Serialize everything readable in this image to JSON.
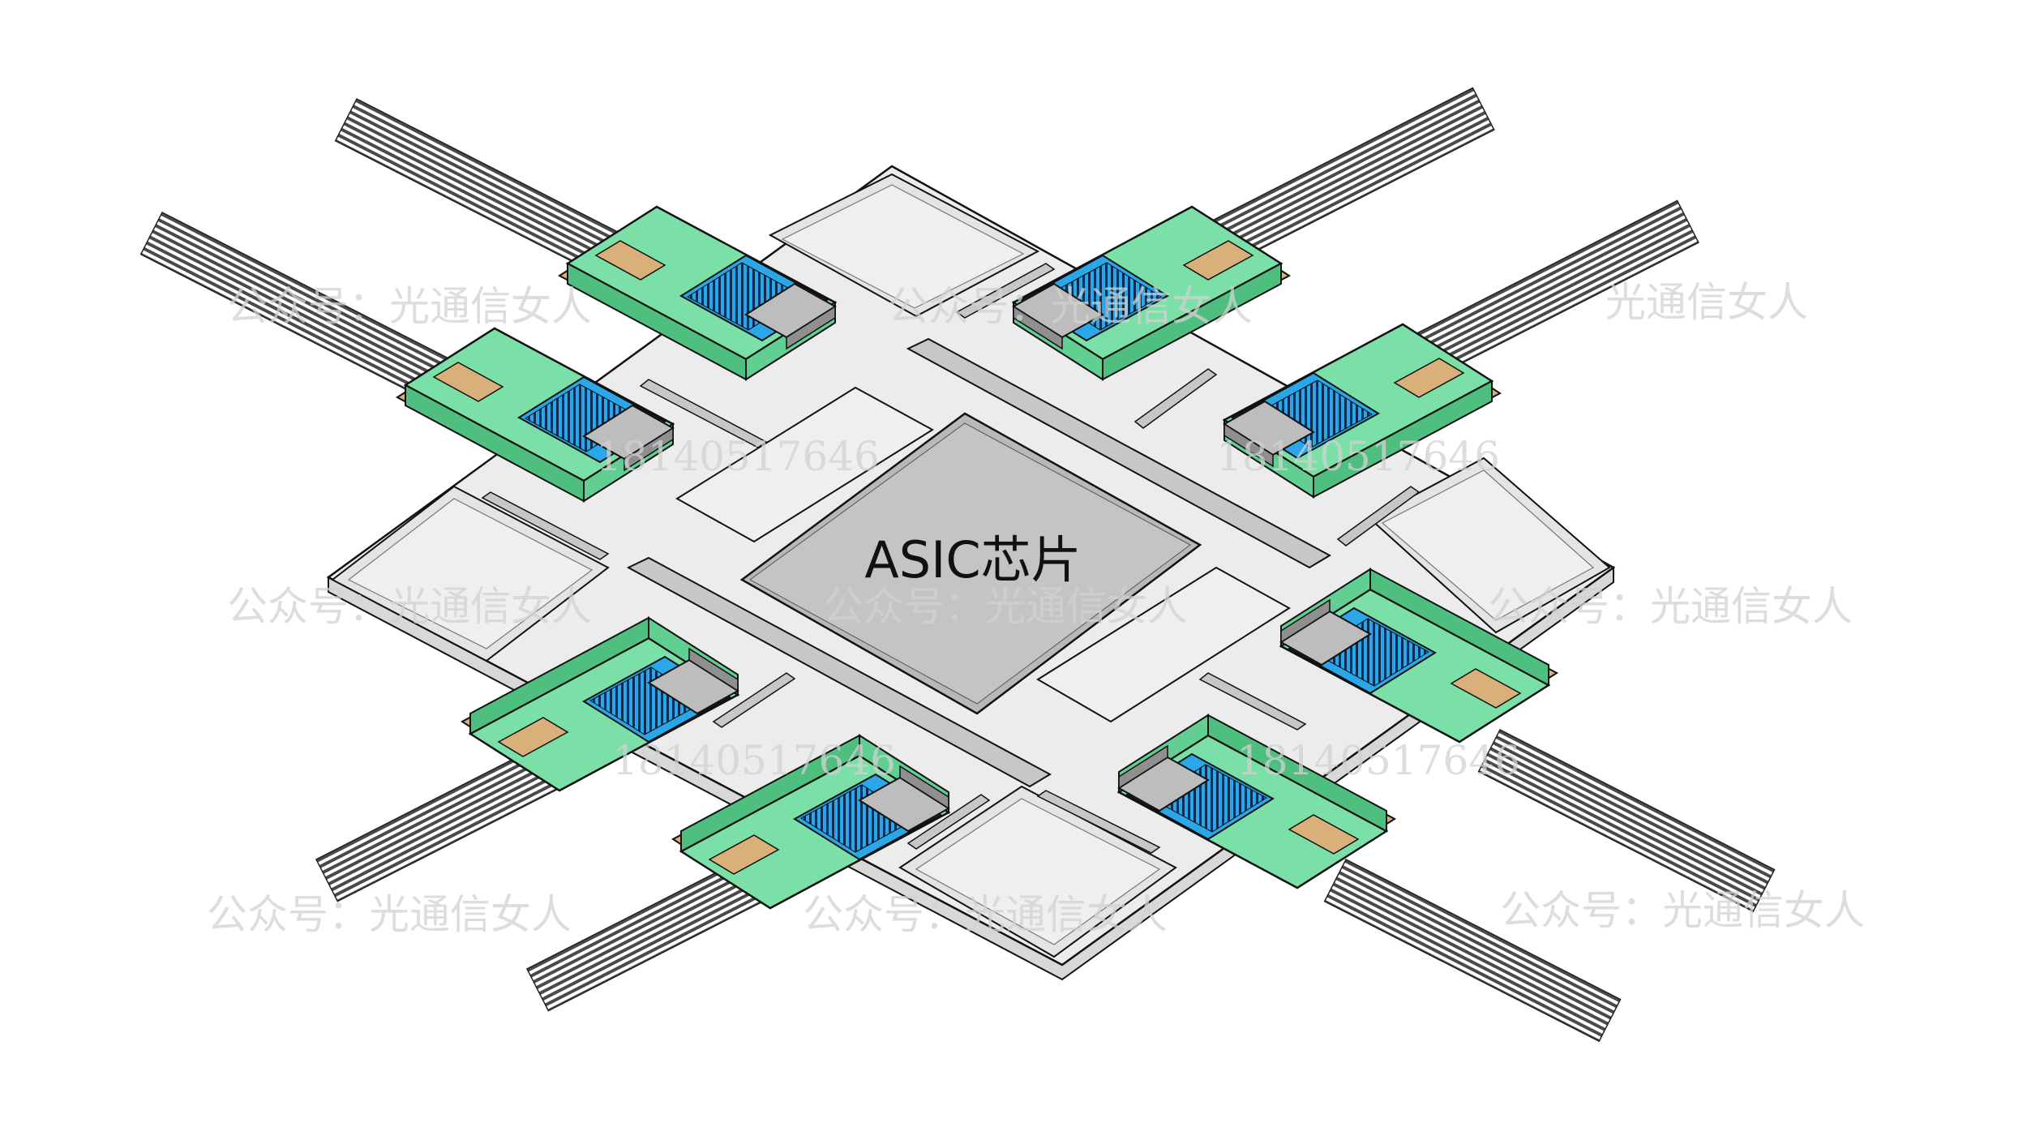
{
  "diagram": {
    "center_label": "ASIC芯片",
    "colors": {
      "substrate": "#ececec",
      "substrate_outline": "#111111",
      "chip": "#c4c4c4",
      "connector_body": "#7be0a8",
      "connector_shadow": "#4fbf80",
      "connector_copper": "#d9b07a",
      "fiber_window": "#2aa7e8",
      "fiber_dark": "#103a6a",
      "pad_gray": "#c7c7c7",
      "ribbon": "#555555"
    },
    "icons": [
      "optical-connector-icon",
      "fiber-ribbon-icon"
    ]
  },
  "watermarks": {
    "account": "公众号：光通信女人",
    "account_short": "光通信女人",
    "phone": "18140517646"
  }
}
